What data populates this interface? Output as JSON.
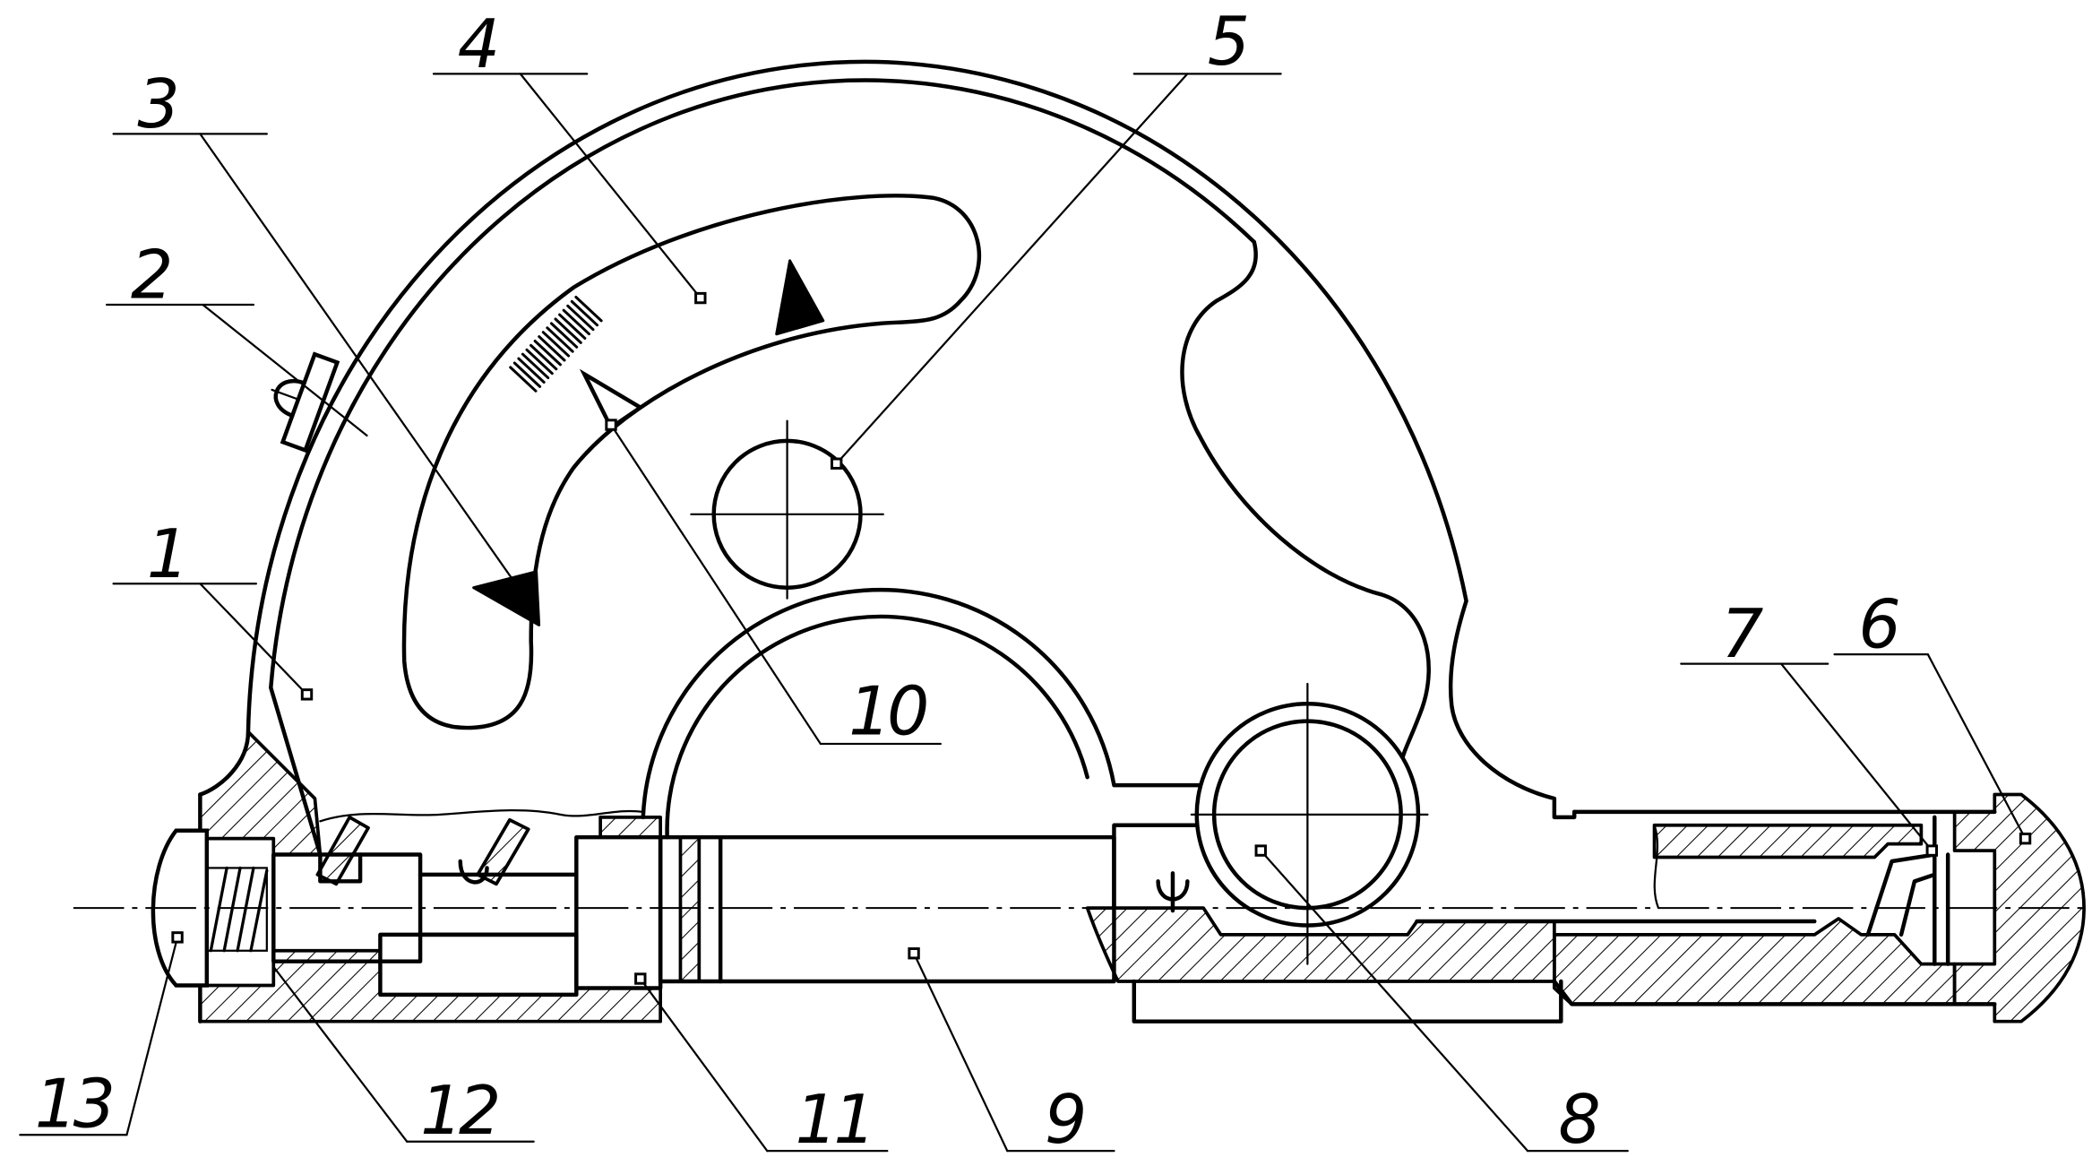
{
  "colors": {
    "line": "#000000",
    "background": "#ffffff"
  },
  "callouts": [
    {
      "label": "1"
    },
    {
      "label": "2"
    },
    {
      "label": "3"
    },
    {
      "label": "4"
    },
    {
      "label": "5"
    },
    {
      "label": "6"
    },
    {
      "label": "7"
    },
    {
      "label": "8"
    },
    {
      "label": "9"
    },
    {
      "label": "10"
    },
    {
      "label": "11"
    },
    {
      "label": "12"
    },
    {
      "label": "13"
    }
  ]
}
